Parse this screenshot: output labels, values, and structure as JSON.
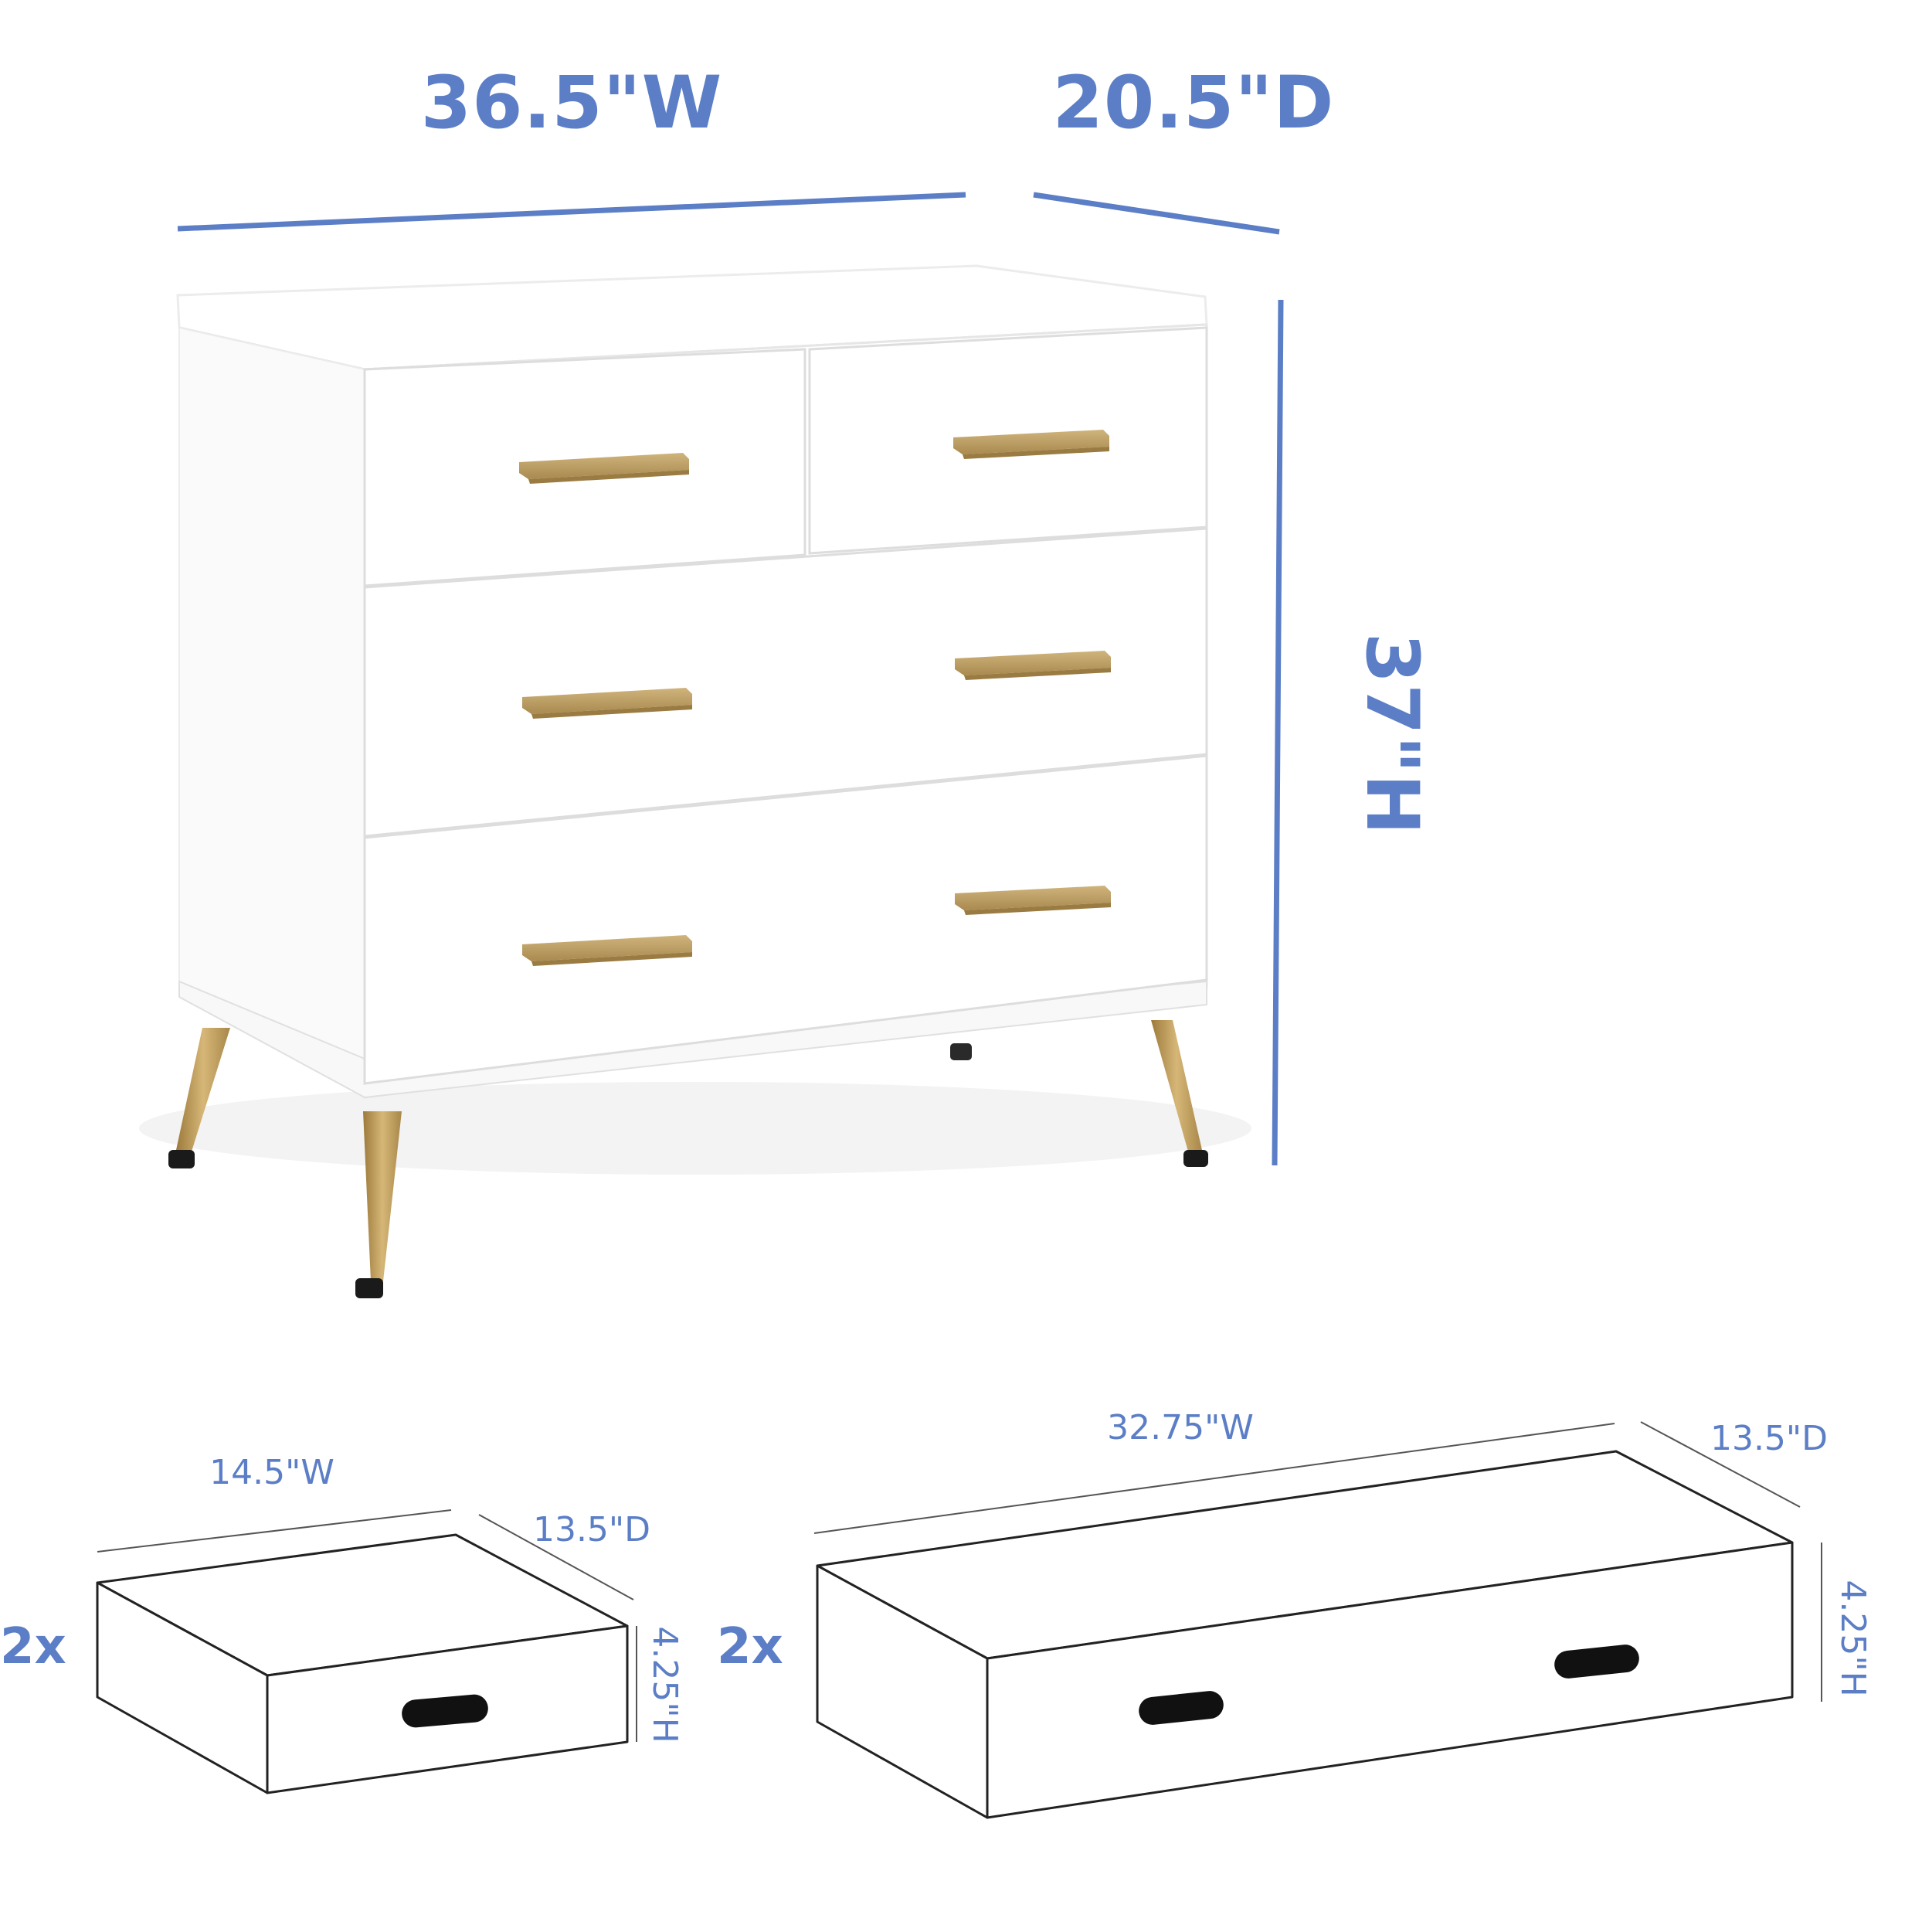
{
  "colors": {
    "accent": "#5b7ec6",
    "handle": "#b9985a",
    "dresser": "#ffffff",
    "outline": "#222222",
    "leg_tip": "#1a1a1a"
  },
  "dresser": {
    "width_label": "36.5\"W",
    "depth_label": "20.5\"D",
    "height_label": "37\"H"
  },
  "small_drawer": {
    "quantity_label": "2x",
    "width_label": "14.5\"W",
    "depth_label": "13.5\"D",
    "height_label": "4.25\"H",
    "handle_icon": "slot-handle-icon"
  },
  "large_drawer": {
    "quantity_label": "2x",
    "width_label": "32.75\"W",
    "depth_label": "13.5\"D",
    "height_label": "4.25\"H",
    "handle_icon": "slot-handle-icon"
  }
}
